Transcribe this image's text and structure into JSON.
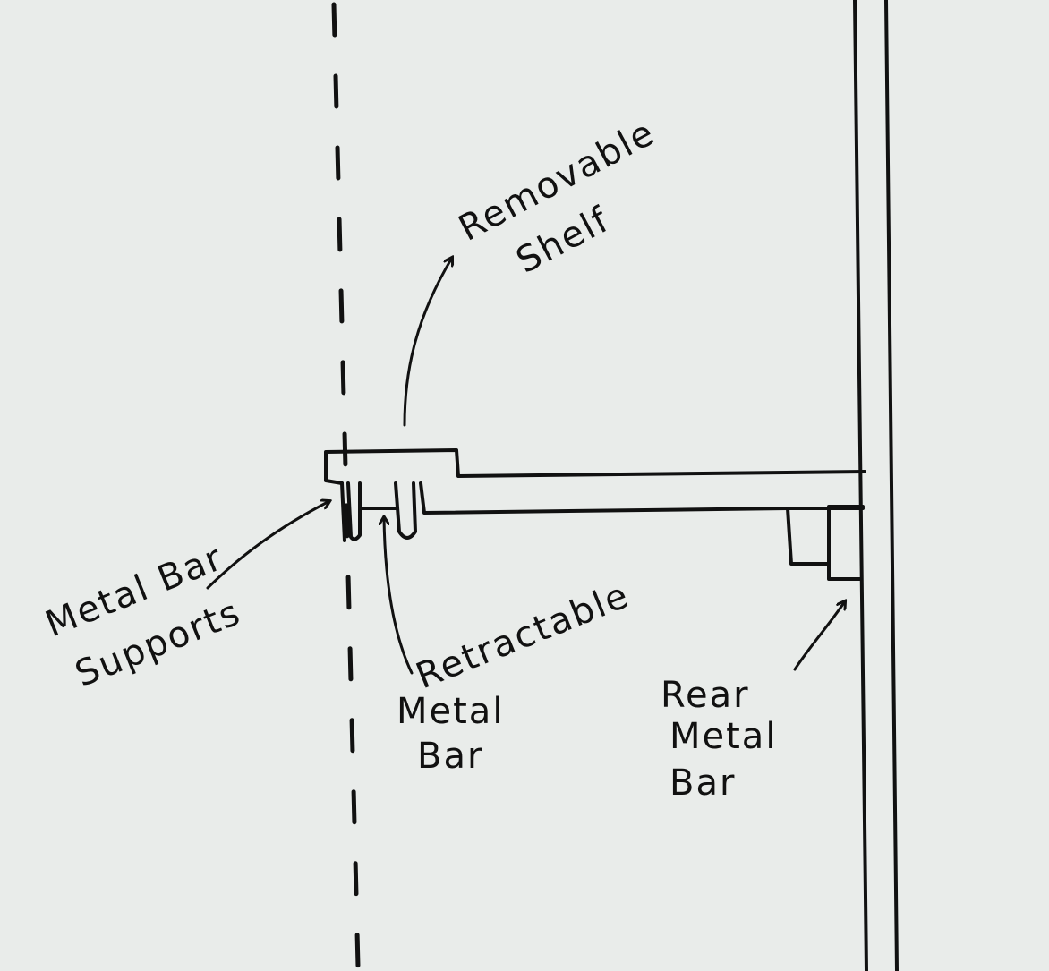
{
  "labels": {
    "removable_shelf": [
      "Removable",
      "Shelf"
    ],
    "metal_bar_supports": [
      "Metal Bar",
      "Supports"
    ],
    "retractable_metal_bar": [
      "Retractable",
      "Metal",
      "Bar"
    ],
    "rear_metal_bar": [
      "Rear",
      "Metal",
      "Bar"
    ]
  },
  "colors": {
    "paper": "#e9ecea",
    "ink": "#111111"
  }
}
